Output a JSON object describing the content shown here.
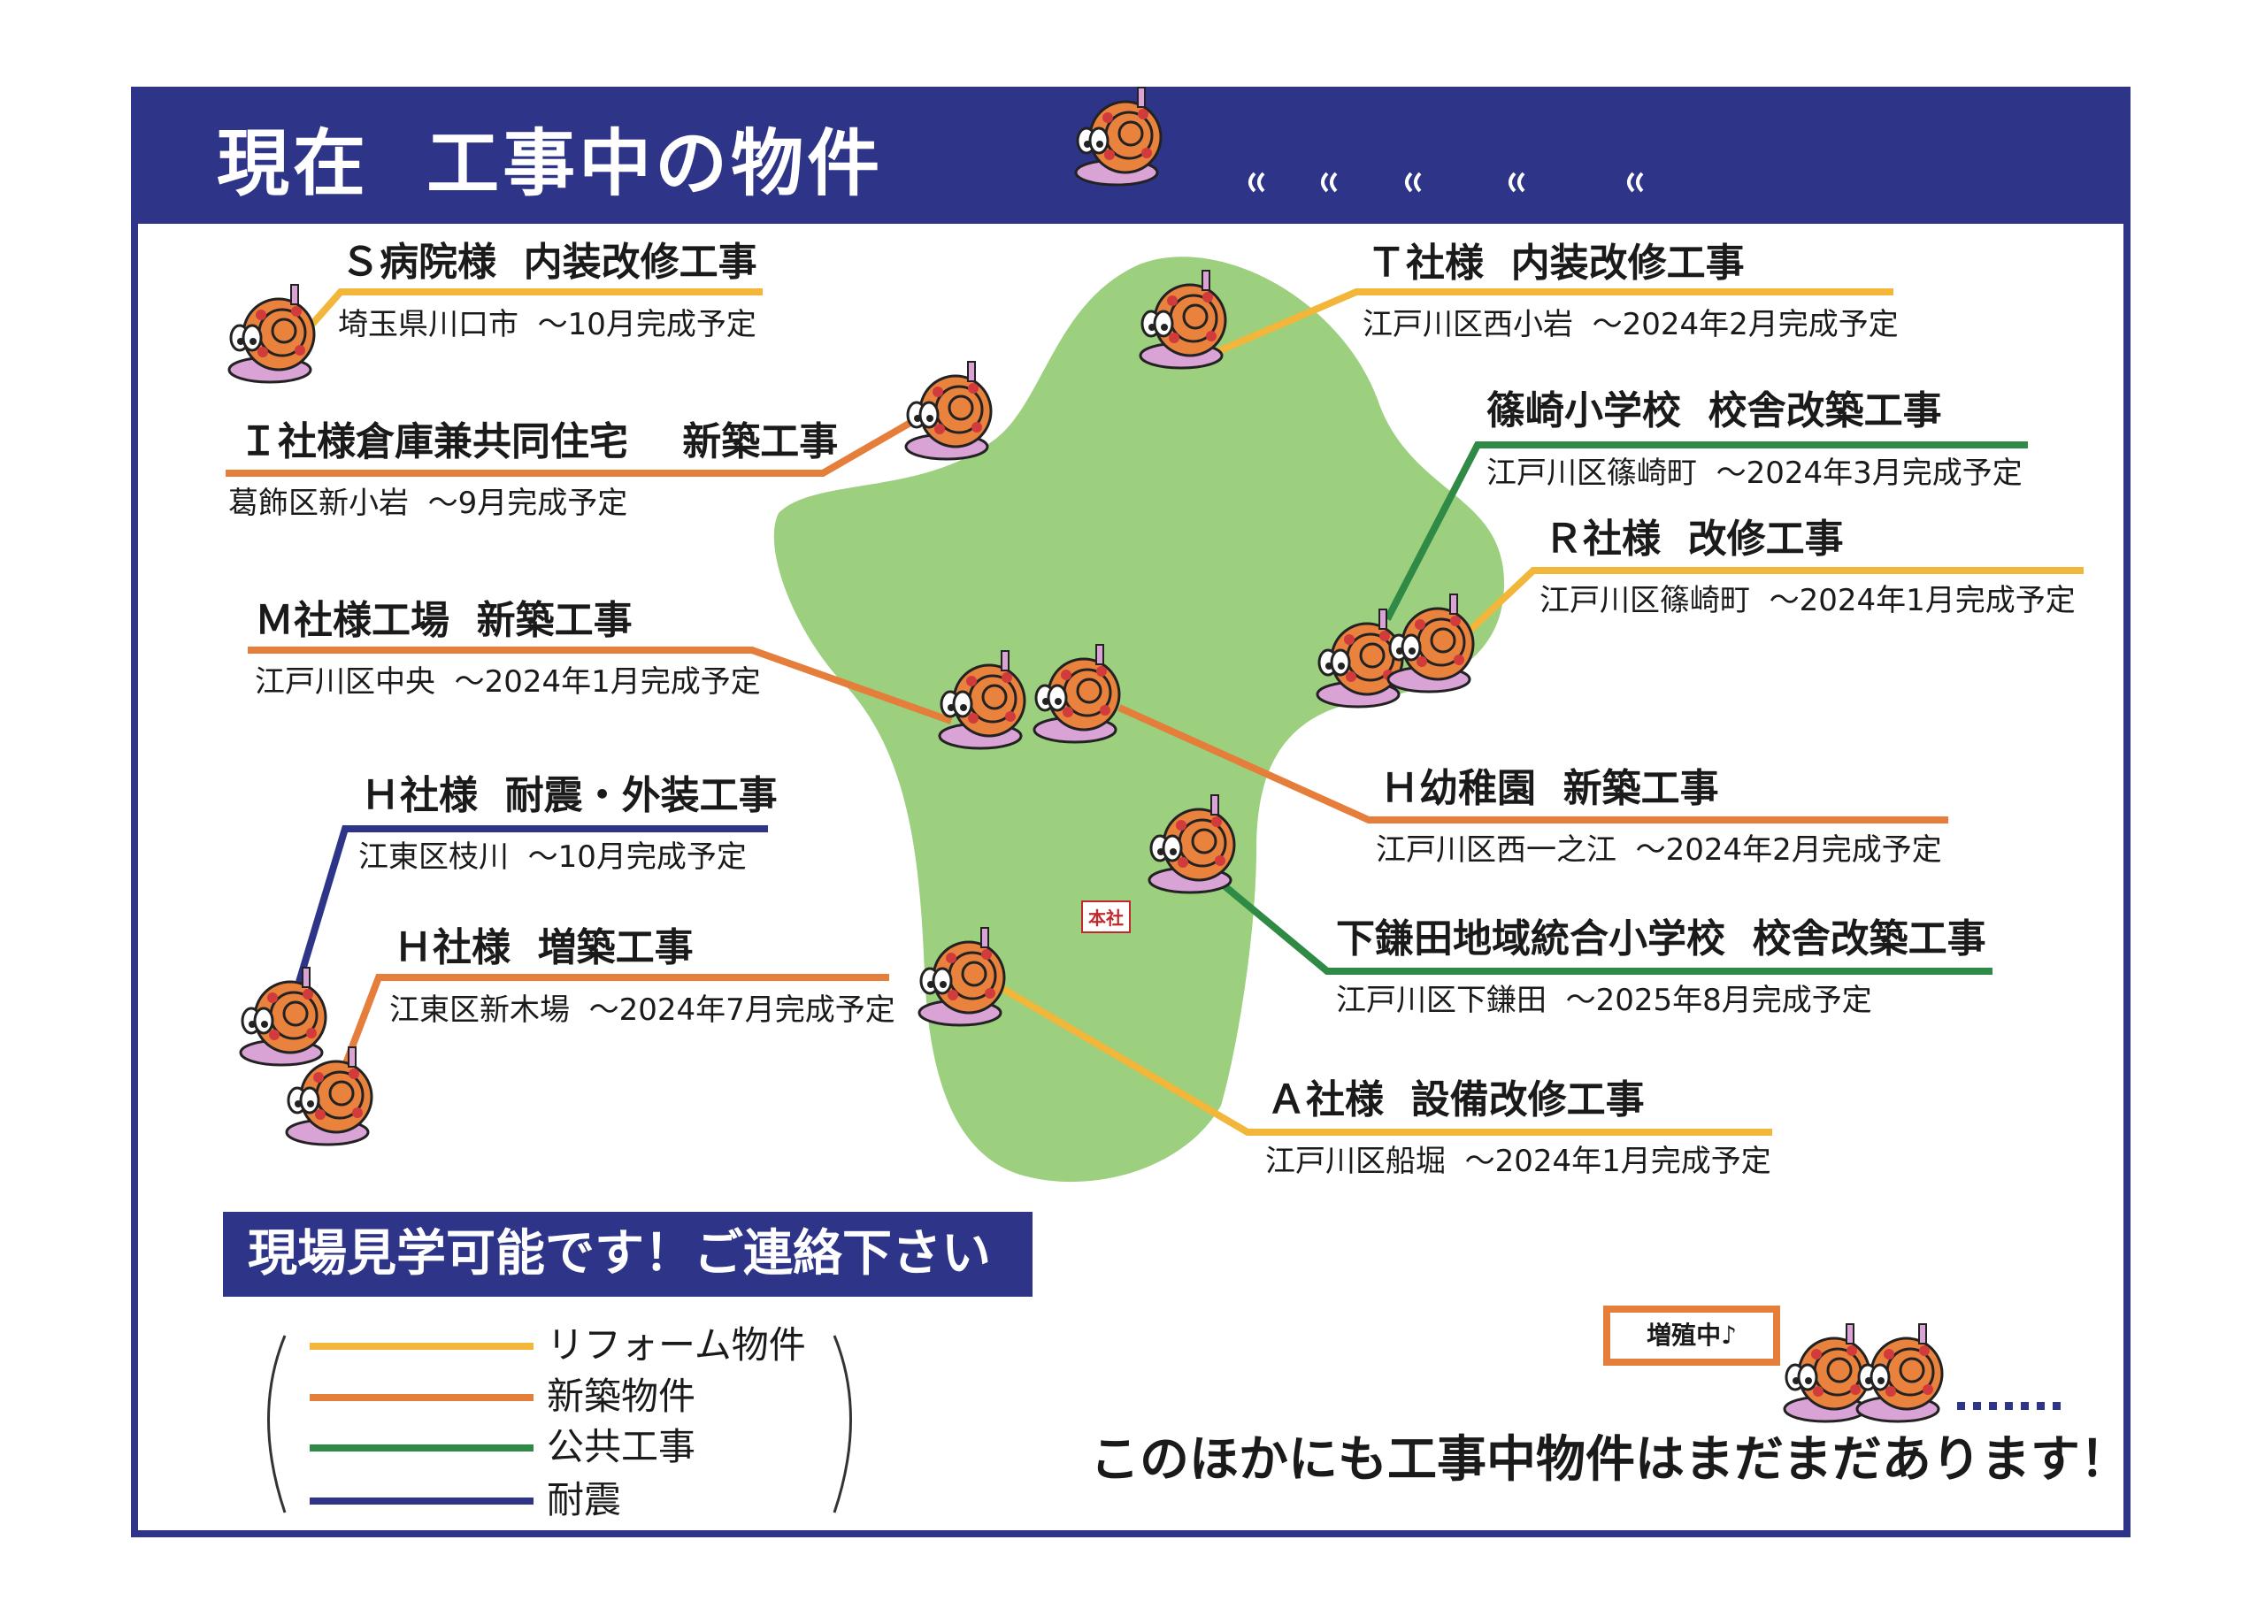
{
  "header": {
    "title": "現在  工事中の物件"
  },
  "colors": {
    "navy": "#2e3589",
    "reform": "#f2b63a",
    "new_build": "#e47e3a",
    "public": "#2f8a45",
    "seismic": "#2e3589",
    "island": "#9ccf7e"
  },
  "icons": {
    "mascot": "snail-icon",
    "motion": "motion-marks-icon"
  },
  "hq_label": "本社",
  "projects": [
    {
      "title": "Ｓ病院様  内装改修工事",
      "location": "埼玉県川口市  ～10月完成予定",
      "type": "reform"
    },
    {
      "title": "Ｉ社様倉庫兼共同住宅    新築工事",
      "location": "葛飾区新小岩  ～9月完成予定",
      "type": "new_build"
    },
    {
      "title": "Ｍ社様工場  新築工事",
      "location": "江戸川区中央  ～2024年1月完成予定",
      "type": "new_build"
    },
    {
      "title": "Ｈ社様  耐震・外装工事",
      "location": "江東区枝川  ～10月完成予定",
      "type": "seismic"
    },
    {
      "title": "Ｈ社様  増築工事",
      "location": "江東区新木場  ～2024年7月完成予定",
      "type": "new_build"
    },
    {
      "title": "Ｔ社様  内装改修工事",
      "location": "江戸川区西小岩  ～2024年2月完成予定",
      "type": "reform"
    },
    {
      "title": "篠崎小学校  校舎改築工事",
      "location": "江戸川区篠崎町  ～2024年3月完成予定",
      "type": "public"
    },
    {
      "title": "Ｒ社様  改修工事",
      "location": "江戸川区篠崎町  ～2024年1月完成予定",
      "type": "reform"
    },
    {
      "title": "Ｈ幼稚園  新築工事",
      "location": "江戸川区西一之江  ～2024年2月完成予定",
      "type": "new_build"
    },
    {
      "title": "下鎌田地域統合小学校  校舎改築工事",
      "location": "江戸川区下鎌田  ～2025年8月完成予定",
      "type": "public"
    },
    {
      "title": "Ａ社様  設備改修工事",
      "location": "江戸川区船堀  ～2024年1月完成予定",
      "type": "reform"
    }
  ],
  "banner": "現場見学可能です！ご連絡下さい",
  "legend": [
    {
      "label": "リフォーム物件",
      "color": "#f2b63a"
    },
    {
      "label": "新築物件",
      "color": "#e47e3a"
    },
    {
      "label": "公共工事",
      "color": "#2f8a45"
    },
    {
      "label": "耐震",
      "color": "#2e3589"
    }
  ],
  "callout": "増殖中♪",
  "more_text": "このほかにも工事中物件はまだまだあります！"
}
